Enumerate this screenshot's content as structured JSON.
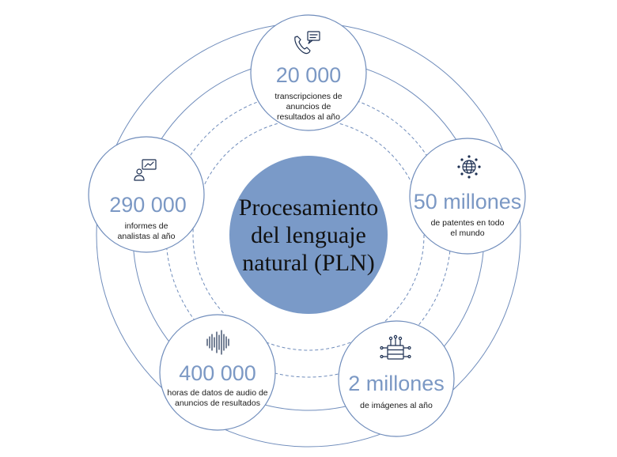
{
  "center": {
    "lines": [
      "Procesamiento",
      "del lenguaje",
      "natural (PLN)"
    ]
  },
  "nodes": [
    {
      "id": "transcriptions",
      "icon": "phone-chat-icon",
      "number": "20 000",
      "description": [
        "transcripciones de",
        "anuncios de",
        "resultados al año"
      ]
    },
    {
      "id": "patents",
      "icon": "globe-network-icon",
      "number": "50 millones",
      "description": [
        "de patentes en todo",
        "el mundo"
      ]
    },
    {
      "id": "images",
      "icon": "server-network-icon",
      "number": "2 millones",
      "description": [
        "de imágenes al año"
      ]
    },
    {
      "id": "audio",
      "icon": "audio-waveform-icon",
      "number": "400 000",
      "description": [
        "horas de datos de audio de",
        "anuncios de resultados"
      ]
    },
    {
      "id": "reports",
      "icon": "analyst-chart-icon",
      "number": "290 000",
      "description": [
        "informes de",
        "analistas al año"
      ]
    }
  ],
  "colors": {
    "accent": "#7b98c4",
    "center_fill": "#7a9ac8",
    "ring_stroke": "#6f8cbb",
    "icon": "#1c2f52"
  }
}
